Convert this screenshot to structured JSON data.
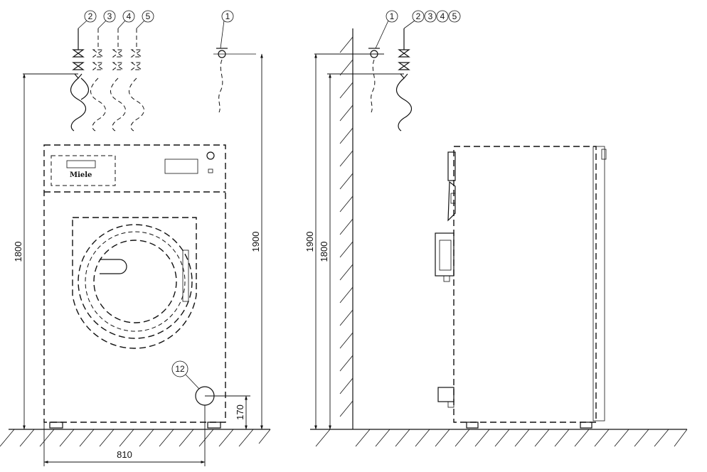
{
  "front_view": {
    "callouts": [
      "1",
      "2",
      "3",
      "4",
      "5",
      "12"
    ],
    "brand": "Miele",
    "dimensions": {
      "height_machine": "1800",
      "height_total": "1900",
      "width": "810",
      "drain_height": "170"
    }
  },
  "side_view": {
    "callouts": [
      "1",
      "2",
      "3",
      "4",
      "5"
    ],
    "dimensions": {
      "height_total": "1900",
      "height_machine": "1800"
    }
  }
}
